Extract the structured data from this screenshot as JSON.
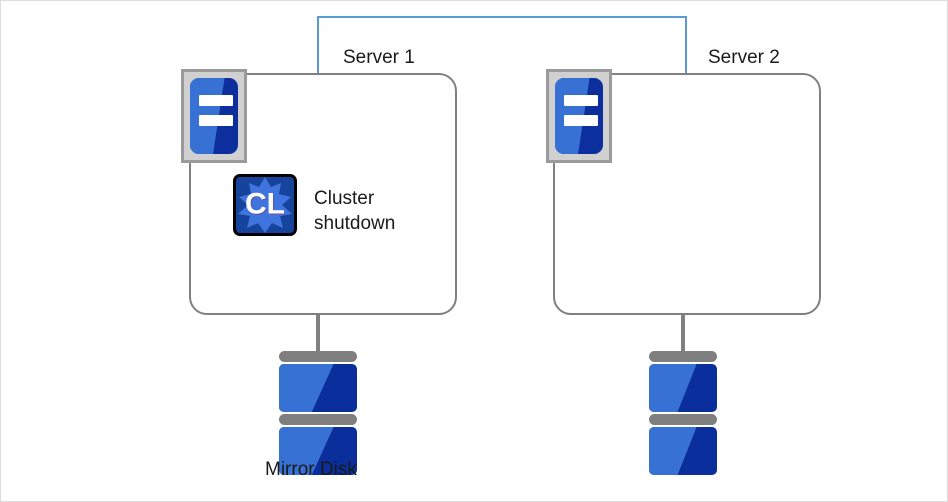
{
  "diagram": {
    "title": "Cluster shutdown on Server 1 with mirror disks",
    "colors": {
      "link_line": "#5b9bd5",
      "box_border": "#808080",
      "disk_dark_blue": "#0a2e9b",
      "disk_light_blue": "#3871d4",
      "plate_gray": "#7f7f7f",
      "icon_frame_gray": "#d0d0d0",
      "text": "#1a1a1a",
      "canvas_border": "#dcdcdc"
    },
    "link": {
      "name": "interconnect-bracket",
      "shape": "staple"
    },
    "nodes": [
      {
        "id": "server1",
        "label": "Server 1",
        "server_icon": "server-icon",
        "status_icon": "cluster-icon",
        "status_icon_glyph": "CL",
        "status_caption": "Cluster\nshutdown",
        "storage": {
          "icon": "disk-stack-icon",
          "label": "Mirror Disk",
          "platters": 2
        }
      },
      {
        "id": "server2",
        "label": "Server 2",
        "server_icon": "server-icon",
        "status_icon": null,
        "status_caption": "",
        "storage": {
          "icon": "disk-stack-icon",
          "label": "",
          "platters": 2
        }
      }
    ]
  }
}
